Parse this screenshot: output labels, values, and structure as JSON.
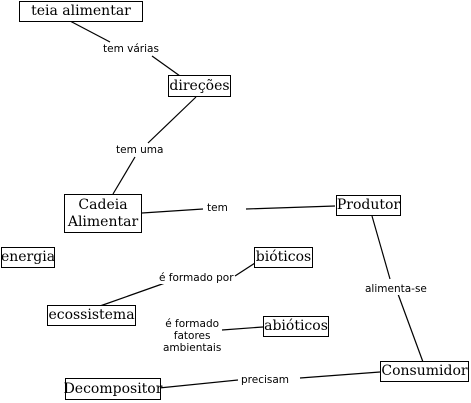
{
  "nodes": {
    "teia": "teia alimentar",
    "direcoes": "direções",
    "cadeia": "Cadeia Alimentar",
    "produtor": "Produtor",
    "energia": "energia",
    "bioticos": "bióticos",
    "ecossistema": "ecossistema",
    "abioticos": "abióticos",
    "decompositor": "Decompositor",
    "consumidor": "Consumidor"
  },
  "links": {
    "tem_varias": "tem várias",
    "tem_uma": "tem uma",
    "tem": "tem",
    "formado_por": "é formado por",
    "formado_fatores": "é formado\nfatores\nambientais",
    "alimenta_se": "alimenta-se",
    "precisam": "precisam"
  }
}
